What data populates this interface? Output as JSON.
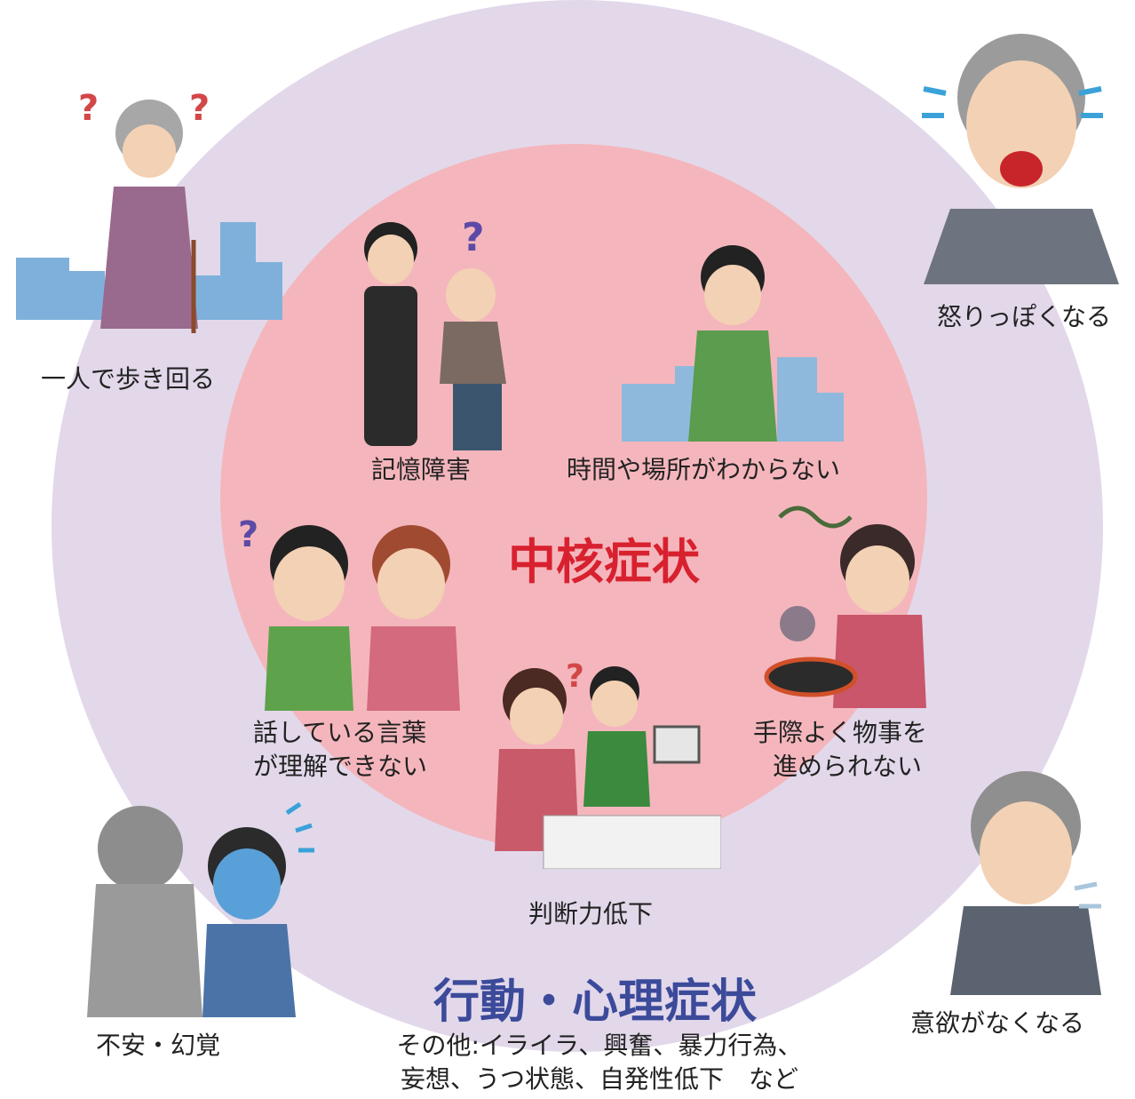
{
  "core": {
    "title": "中核症状",
    "color": "#d8212f",
    "items": [
      {
        "label": "記憶障害",
        "icon": "student-and-elder-question-illustration"
      },
      {
        "label": "時間や場所がわからない",
        "icon": "confused-man-in-town-illustration"
      },
      {
        "label_line1": "話している言葉",
        "label_line2": "が理解できない",
        "icon": "confused-conversation-illustration"
      },
      {
        "label_line1": "手際よく物事を",
        "label_line2": "進められない",
        "icon": "burnt-pan-cooking-illustration"
      },
      {
        "label": "判断力低下",
        "icon": "confused-shopping-at-register-illustration"
      }
    ]
  },
  "bpsd": {
    "title": "行動・心理症状",
    "color": "#3c4a9a",
    "items": [
      {
        "label": "一人で歩き回る",
        "icon": "wandering-elder-woman-illustration"
      },
      {
        "label": "怒りっぽくなる",
        "icon": "angry-elder-man-illustration"
      },
      {
        "label": "不安・幻覚",
        "icon": "hallucination-fear-illustration"
      },
      {
        "label": "意欲がなくなる",
        "icon": "apathetic-elder-woman-illustration"
      }
    ],
    "other_line1": "その他:イライラ、興奮、暴力行為、",
    "other_line2": "妄想、うつ状態、自発性低下　など"
  },
  "colors": {
    "outer_circle": "#e2d8ea",
    "inner_circle": "#f4b6bc"
  }
}
